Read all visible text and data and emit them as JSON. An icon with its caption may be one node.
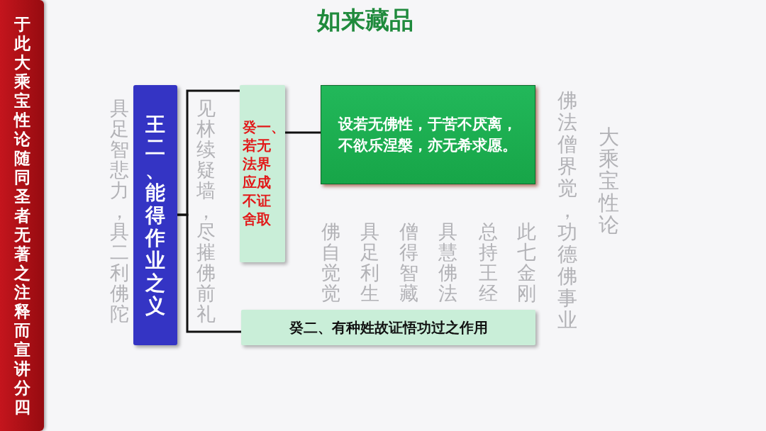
{
  "diagram": {
    "title": "如来藏品",
    "nodes": [
      {
        "text": [
          "于此大乘宝性论随同圣者无著之注释而宣讲分四"
        ]
      },
      {
        "text": [
          "王二、能得作业之义"
        ]
      },
      {
        "text": [
          "癸一、若无法界应成不证舍取"
        ]
      },
      {
        "text": [
          "设若无佛性，于苦不厌离，不欲乐涅槃，亦无希求愿。"
        ]
      },
      {
        "text": [
          "癸二、有种姓故证悟功过之作用"
        ]
      }
    ],
    "edges": [
      {
        "from": 1,
        "to": 2,
        "arrow": "none"
      },
      {
        "from": 1,
        "to": 4,
        "arrow": "none"
      },
      {
        "from": 2,
        "to": 3,
        "arrow": "none"
      }
    ],
    "labels": [
      "具足智悲力，具二利佛陀",
      "见林续疑墙，尽摧佛前礼",
      "佛自觉觉",
      "具足利生",
      "僧得智藏",
      "具慧佛法",
      "总持王经",
      "此七金刚",
      "佛法僧界觉，功德佛事业",
      "大乘宝性论"
    ]
  }
}
